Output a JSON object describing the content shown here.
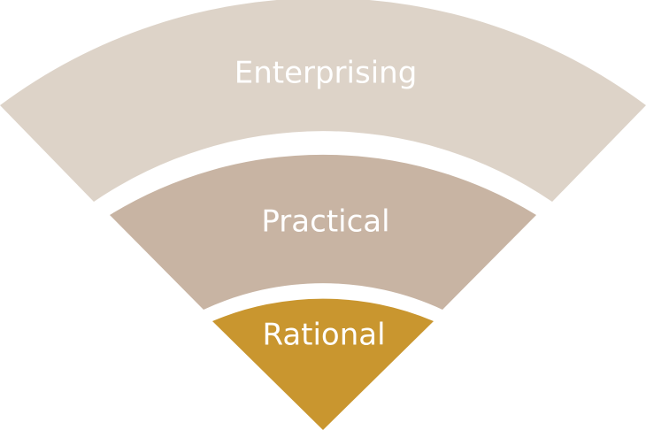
{
  "diagram": {
    "bands": [
      {
        "label": "Enterprising",
        "color": "#ddd3c8"
      },
      {
        "label": "Practical",
        "color": "#c8b4a3"
      },
      {
        "label": "Rational",
        "color": "#c9962f"
      }
    ]
  }
}
